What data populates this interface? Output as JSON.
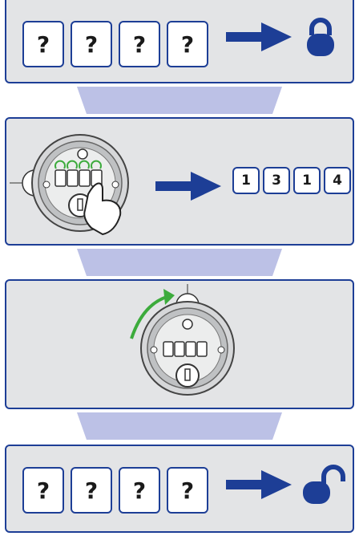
{
  "step1": {
    "digits": [
      "?",
      "?",
      "?",
      "?"
    ],
    "lock_state": "locked",
    "lock_icon": "padlock-closed-icon"
  },
  "step2": {
    "code": [
      "1",
      "3",
      "1",
      "4"
    ],
    "action": "press-buttons",
    "icon": "finger-press-icon"
  },
  "step3": {
    "action": "rotate-knob-clockwise",
    "icon": "rotate-arrow-icon"
  },
  "step4": {
    "digits": [
      "?",
      "?",
      "?",
      "?"
    ],
    "lock_state": "unlocked",
    "lock_icon": "padlock-open-icon"
  },
  "colors": {
    "navy": "#1d3e96",
    "panel": "#e3e4e6",
    "chevron": "#bcc1e6",
    "green": "#3cab3c"
  }
}
